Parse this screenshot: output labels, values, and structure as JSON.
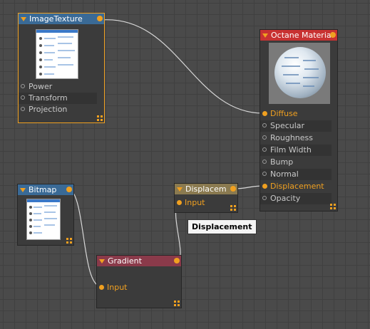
{
  "nodes": {
    "image_texture": {
      "title": "ImageTexture",
      "header_color": "#3a6a96",
      "inputs": [
        "Power",
        "Transform",
        "Projection"
      ]
    },
    "octane_material": {
      "title": "Octane Material",
      "header_color": "#c83232",
      "inputs": [
        "Diffuse",
        "Specular",
        "Roughness",
        "Film Width",
        "Bump",
        "Normal",
        "Displacement",
        "Opacity"
      ]
    },
    "bitmap": {
      "title": "Bitmap",
      "header_color": "#3a6a96"
    },
    "displacement": {
      "title": "Displacem",
      "header_color": "#8a7a50",
      "inputs": [
        "Input"
      ]
    },
    "gradient": {
      "title": "Gradient",
      "header_color": "#8a3a4a",
      "inputs": [
        "Input"
      ]
    }
  },
  "tooltip": "Displacement",
  "colors": {
    "accent": "#f0a020",
    "wire": "#d8d8d8",
    "canvas": "#4a4a4a"
  }
}
